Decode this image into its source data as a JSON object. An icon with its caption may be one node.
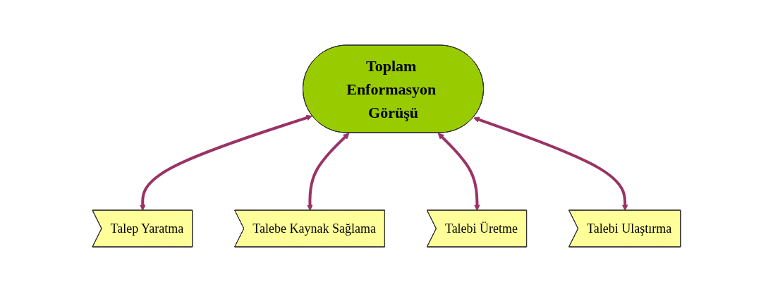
{
  "diagram": {
    "nodes": [
      {
        "text": [
          "Toplam Enformasyon Görüşü"
        ]
      },
      {
        "text": [
          "Talep Yaratma"
        ]
      },
      {
        "text": [
          "Talebe Kaynak Sağlama"
        ]
      },
      {
        "text": [
          "Talebi Üretme"
        ]
      },
      {
        "text": [
          "Talebi Ulaştırma"
        ]
      }
    ],
    "edges": [
      {
        "from": 0,
        "to": 1,
        "arrow": "both"
      },
      {
        "from": 0,
        "to": 2,
        "arrow": "both"
      },
      {
        "from": 0,
        "to": 3,
        "arrow": "both"
      },
      {
        "from": 0,
        "to": 4,
        "arrow": "both"
      }
    ]
  }
}
